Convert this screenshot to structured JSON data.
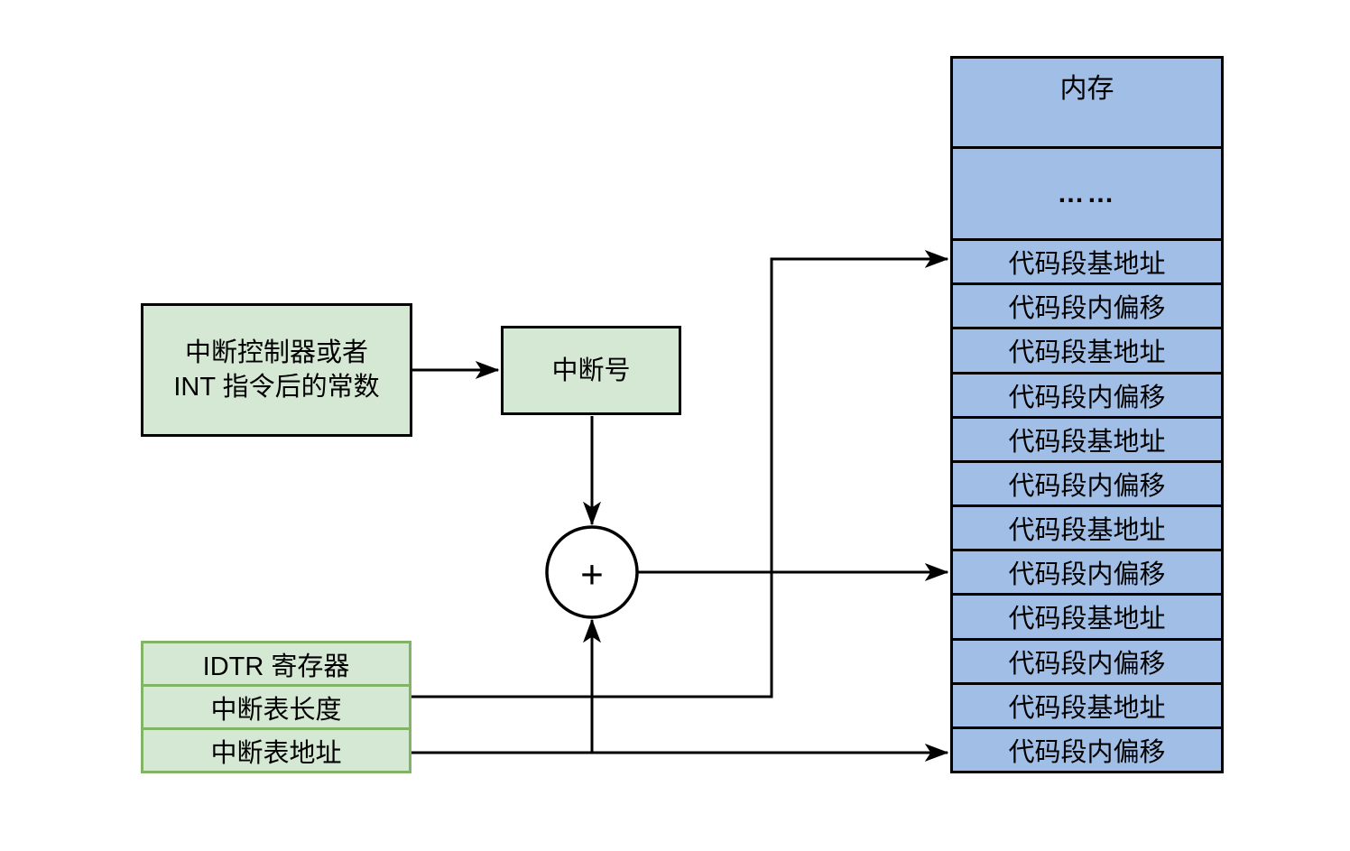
{
  "source_box": {
    "line1": "中断控制器或者",
    "line2": "INT 指令后的常数"
  },
  "interrupt_number_box": {
    "label": "中断号"
  },
  "adder": {
    "symbol": "+"
  },
  "idtr_stack": {
    "rows": [
      "IDTR 寄存器",
      "中断表长度",
      "中断表地址"
    ]
  },
  "memory": {
    "title": "内存",
    "ellipsis": "……",
    "rows": [
      "代码段基地址",
      "代码段内偏移",
      "代码段基地址",
      "代码段内偏移",
      "代码段基地址",
      "代码段内偏移",
      "代码段基地址",
      "代码段内偏移",
      "代码段基地址",
      "代码段内偏移",
      "代码段基地址",
      "代码段内偏移"
    ]
  },
  "colors": {
    "green_fill": "#d5e8d4",
    "green_border": "#82b366",
    "blue_fill": "#a1bee6",
    "line_color": "#000000",
    "background": "#ffffff"
  }
}
